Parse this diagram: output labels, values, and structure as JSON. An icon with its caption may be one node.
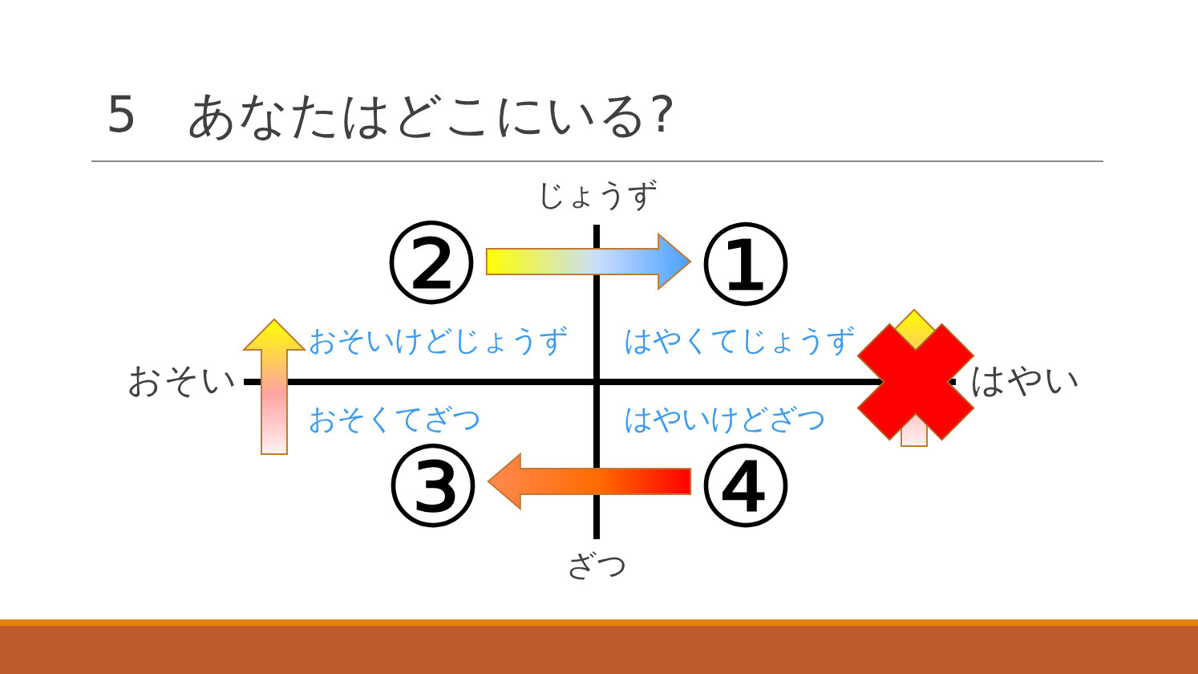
{
  "diagram": {
    "title": "5　あなたはどこにいる?",
    "nodes": [
      {
        "text": [
          "②"
        ]
      },
      {
        "text": [
          "①"
        ]
      },
      {
        "text": [
          "③"
        ]
      },
      {
        "text": [
          "④"
        ]
      }
    ],
    "edges": [
      {
        "from": 0,
        "to": 1,
        "arrow": "to"
      },
      {
        "from": 3,
        "to": 2,
        "arrow": "to"
      }
    ],
    "labels": [
      "じょうず",
      "おそいけどじょうず",
      "はやくてじょうず",
      "おそい",
      "はやい",
      "おそくてざつ",
      "はやいけどざつ",
      "ざつ"
    ]
  }
}
